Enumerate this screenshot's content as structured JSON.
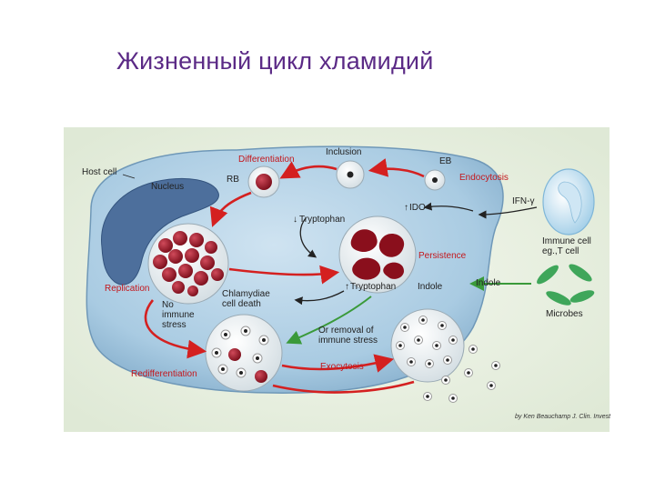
{
  "title": "Жизненный цикл хламидий",
  "labels": {
    "host_cell": "Host cell",
    "nucleus": "Nucleus",
    "differentiation": "Differentiation",
    "inclusion": "Inclusion",
    "eb": "EB",
    "endocytosis": "Endocytosis",
    "rb": "RB",
    "ido": "IDO",
    "ifn": "IFN-γ",
    "tryptophan_down": "Tryptophan",
    "immune_cell_1": "Immune cell",
    "immune_cell_2": "eg.,T cell",
    "persistence": "Persistence",
    "replication": "Replication",
    "no_immune_1": "No",
    "no_immune_2": "immune",
    "no_immune_3": "stress",
    "chlamydiae_1": "Chlamydiae",
    "chlamydiae_2": "cell death",
    "tryptophan_up": "Tryptophan",
    "indole_inner": "Indole",
    "indole_outer": "Indole",
    "microbes": "Microbes",
    "removal_1": "Or removal of",
    "removal_2": "immune stress",
    "redifferentiation": "Redifferentiation",
    "exocytosis": "Exocytosis",
    "credit": "by Ken Beauchamp J. Clin. Invest"
  },
  "colors": {
    "title": "#5b2a86",
    "cell_fill": "#a9cbe2",
    "red_arrow": "#d42020",
    "green_arrow": "#3a9a3a",
    "black_arrow": "#222222",
    "body_dark_red": "#8a0f1c"
  }
}
